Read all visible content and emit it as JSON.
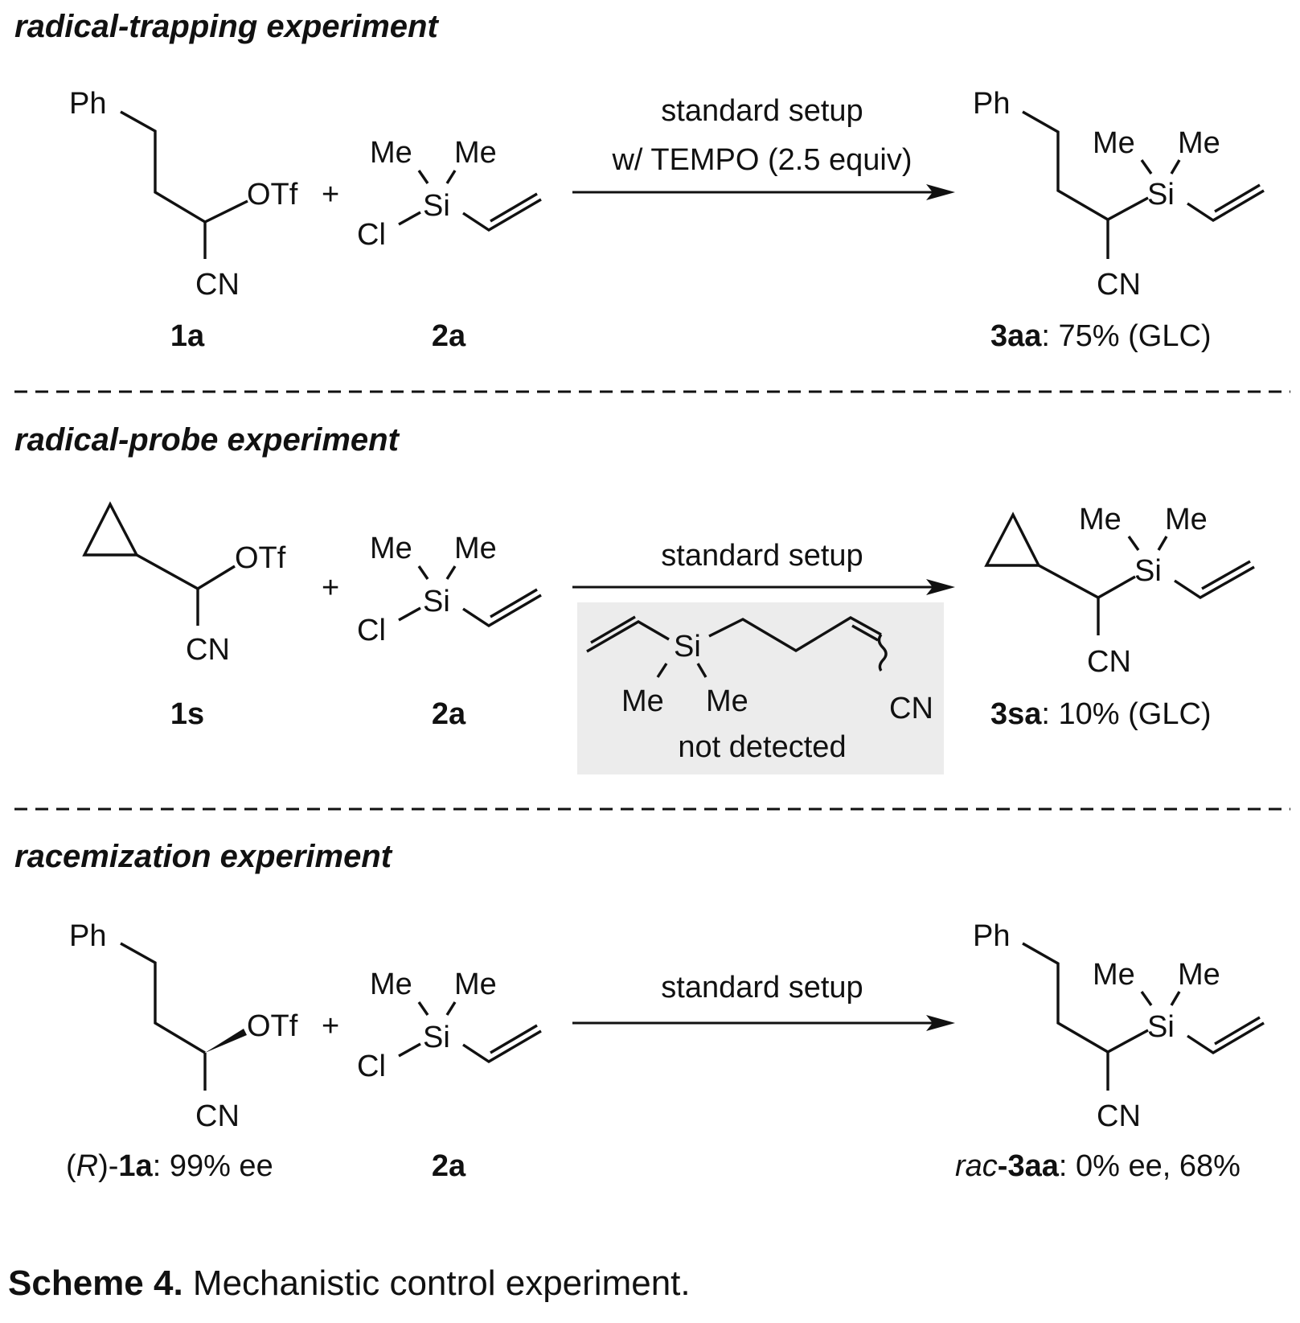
{
  "sections": {
    "trapping": {
      "title": "radical-trapping experiment",
      "condition_line1": "standard setup",
      "condition_line2": "w/ TEMPO (2.5 equiv)",
      "substrate_label": "1a",
      "reagent_label": "2a",
      "product_label": "3aa",
      "product_result": ": 75% (GLC)"
    },
    "probe": {
      "title": "radical-probe experiment",
      "condition_line1": "standard setup",
      "not_detected": "not detected",
      "substrate_label": "1s",
      "reagent_label": "2a",
      "product_label": "3sa",
      "product_result": ": 10% (GLC)"
    },
    "racemization": {
      "title": "racemization experiment",
      "condition_line1": "standard setup",
      "substrate_prefix_open": "(",
      "substrate_prefix_R": "R",
      "substrate_prefix_close": ")-",
      "substrate_label": "1a",
      "substrate_result": ": 99% ee",
      "reagent_label": "2a",
      "product_prefix": "rac",
      "product_dash": "-",
      "product_label": "3aa",
      "product_result": ": 0% ee, 68%"
    }
  },
  "atoms": {
    "Ph": "Ph",
    "OTf": "OTf",
    "CN": "CN",
    "Me": "Me",
    "Si": "Si",
    "Cl": "Cl",
    "plus": "+"
  },
  "caption": {
    "label": "Scheme 4.",
    "text": " Mechanistic control experiment."
  },
  "colors": {
    "ink": "#111111",
    "box_fill": "#ececec",
    "background": "#ffffff"
  }
}
